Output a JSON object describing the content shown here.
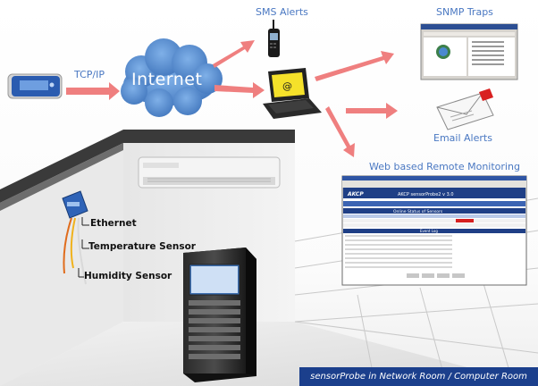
{
  "labels": {
    "tcpip": "TCP/IP",
    "internet": "Internet",
    "sms_alerts": "SMS Alerts",
    "snmp_traps": "SNMP Traps",
    "email_alerts": "Email Alerts",
    "web_monitoring": "Web based Remote Monitoring",
    "ethernet": "Ethernet",
    "temperature_sensor": "Temperature Sensor",
    "humidity_sensor": "Humidity Sensor",
    "caption": "sensorProbe in Network Room / Computer Room"
  },
  "screenshot": {
    "brand": "AKCP",
    "product": "AKCP sensorProbe2 v 3.0",
    "table_title": "Online Status of Sensors",
    "events_title": "Event Log"
  },
  "colors": {
    "arrow": "#ef7f7f",
    "label_blue": "#4a78c2",
    "cloud_blue": "#4f86c9",
    "caption_bg": "#1b3f8c"
  }
}
